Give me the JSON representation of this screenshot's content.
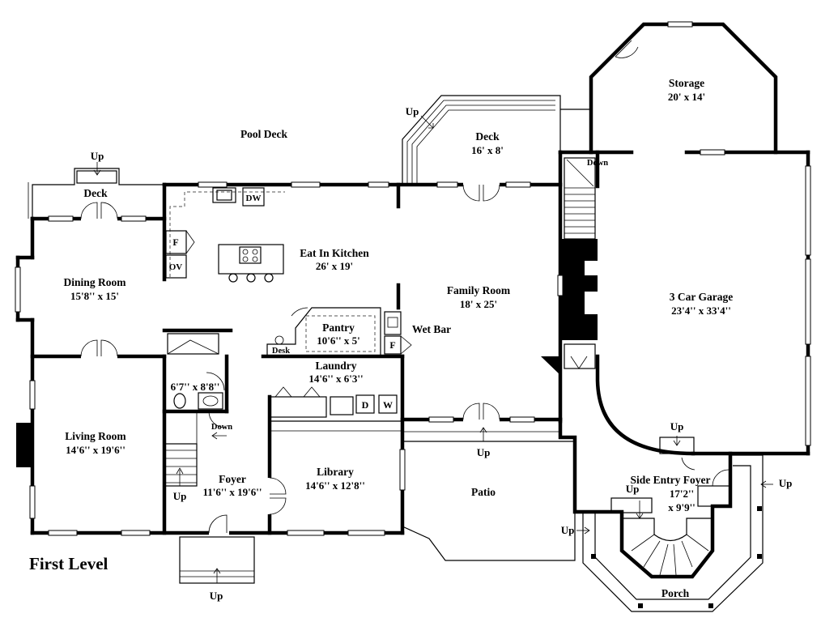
{
  "title": "First Level",
  "rooms": [
    {
      "id": "pool-deck",
      "name": "Pool Deck",
      "size": ""
    },
    {
      "id": "deck-rear",
      "name": "Deck",
      "size": "16' x 8'"
    },
    {
      "id": "storage",
      "name": "Storage",
      "size": "20' x 14'"
    },
    {
      "id": "deck-left",
      "name": "Deck",
      "size": ""
    },
    {
      "id": "eat-in-kitchen",
      "name": "Eat In Kitchen",
      "size": "26' x 19'"
    },
    {
      "id": "dining-room",
      "name": "Dining Room",
      "size": "15'8'' x 15'"
    },
    {
      "id": "family-room",
      "name": "Family Room",
      "size": "18' x 25'"
    },
    {
      "id": "garage",
      "name": "3 Car Garage",
      "size": "23'4'' x 33'4''"
    },
    {
      "id": "pantry",
      "name": "Pantry",
      "size": "10'6'' x 5'"
    },
    {
      "id": "wet-bar",
      "name": "Wet Bar",
      "size": ""
    },
    {
      "id": "laundry",
      "name": "Laundry",
      "size": "14'6'' x 6'3''"
    },
    {
      "id": "bath",
      "name": "",
      "size": "6'7'' x 8'8''"
    },
    {
      "id": "living-room",
      "name": "Living Room",
      "size": "14'6'' x 19'6''"
    },
    {
      "id": "foyer",
      "name": "Foyer",
      "size": "11'6'' x 19'6''"
    },
    {
      "id": "library",
      "name": "Library",
      "size": "14'6'' x 12'8''"
    },
    {
      "id": "patio",
      "name": "Patio",
      "size": ""
    },
    {
      "id": "side-entry-foyer",
      "name": "Side Entry Foyer",
      "size": "17'2''\nx 9'9''"
    },
    {
      "id": "porch",
      "name": "Porch",
      "size": ""
    }
  ],
  "fixtures": {
    "dw": "DW",
    "f_kitchen": "F",
    "ov": "OV",
    "f_bar": "F",
    "desk": "Desk",
    "dryer": "D",
    "washer": "W"
  },
  "stairs": {
    "up": "Up",
    "down": "Down"
  }
}
